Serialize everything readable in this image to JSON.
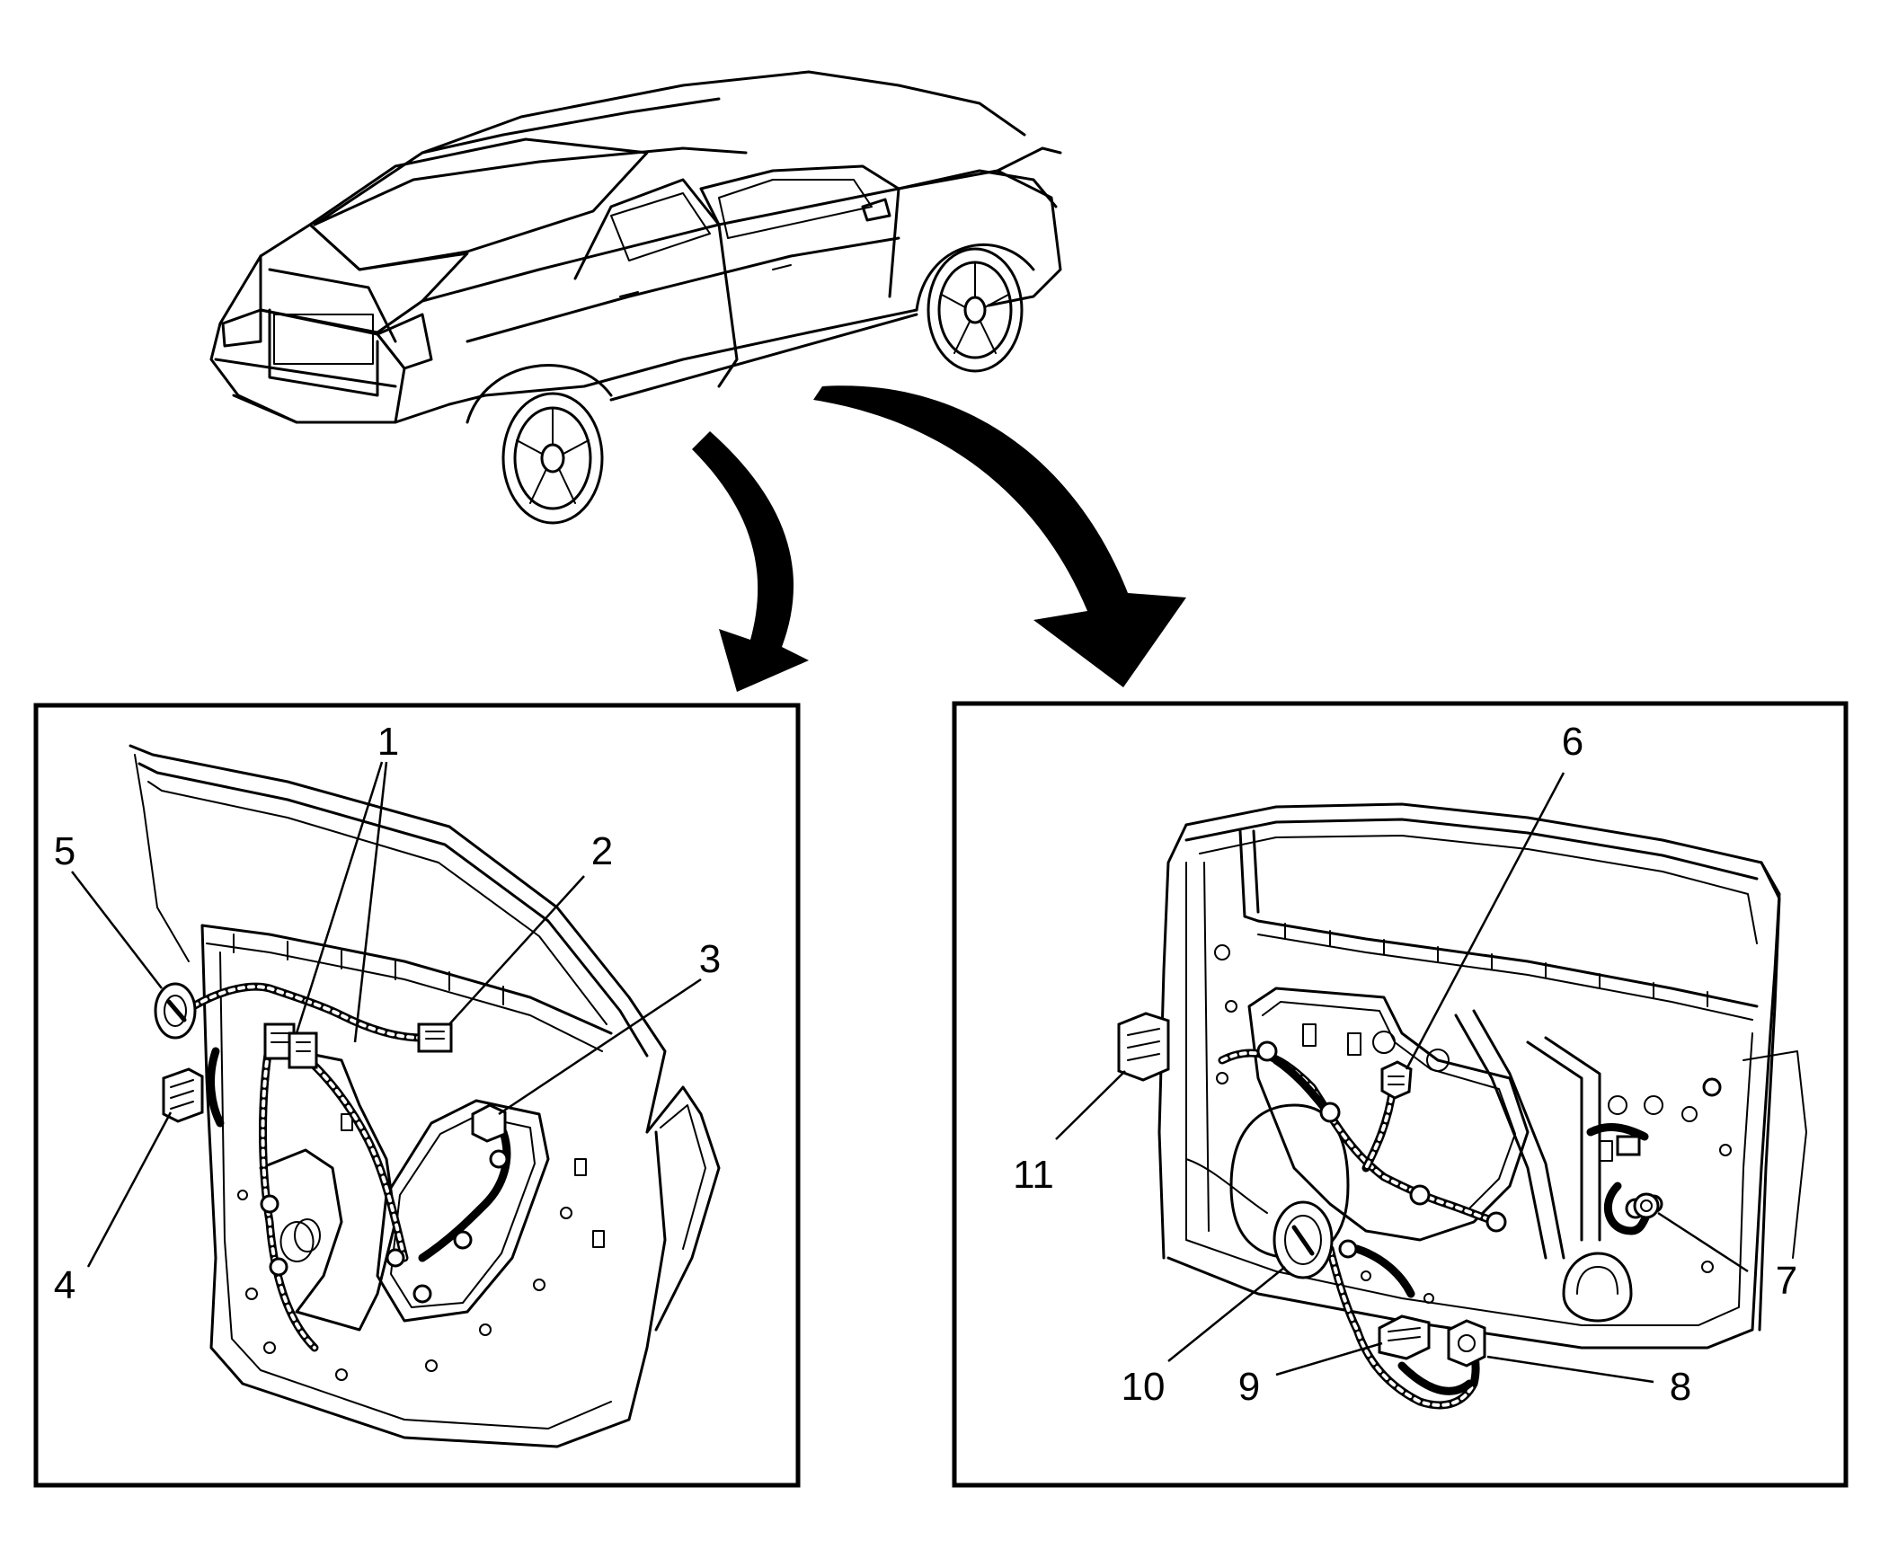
{
  "diagram": {
    "colors": {
      "line": "#000000",
      "background": "#ffffff"
    },
    "vehicle": {
      "icon": "sedan-rear-three-quarter-icon"
    },
    "panels": [
      {
        "id": "left-panel",
        "view": "rear-door-inner",
        "callouts": [
          {
            "label": "1"
          },
          {
            "label": "2"
          },
          {
            "label": "3"
          },
          {
            "label": "4"
          },
          {
            "label": "5"
          }
        ]
      },
      {
        "id": "right-panel",
        "view": "front-door-inner",
        "callouts": [
          {
            "label": "6"
          },
          {
            "label": "7"
          },
          {
            "label": "8"
          },
          {
            "label": "9"
          },
          {
            "label": "10"
          },
          {
            "label": "11"
          }
        ]
      }
    ]
  }
}
